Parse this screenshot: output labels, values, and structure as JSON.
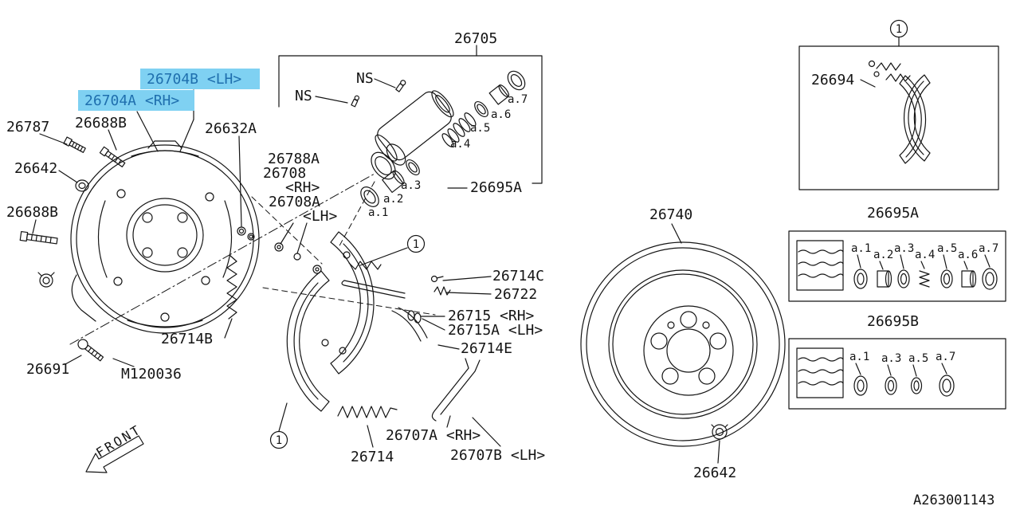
{
  "colors": {
    "background": "#ffffff",
    "line": "#141414",
    "highlight_bg": "#7fd1f2",
    "highlight_text": "#1f6fae"
  },
  "drawing": {
    "code": "A263001143",
    "front_label": "FRONT",
    "callout_number": "1"
  },
  "labels": {
    "p26705": "26705",
    "ns": "NS",
    "p26704B_lh": "26704B <LH>",
    "p26704A_rh": "26704A <RH>",
    "p26787": "26787",
    "p26688B": "26688B",
    "p26642": "26642",
    "p26632A": "26632A",
    "p26788A": "26788A",
    "p26708": "26708",
    "rh": "<RH>",
    "p26708A": "26708A",
    "lh": "<LH>",
    "p26695A": "26695A",
    "p26714C": "26714C",
    "p26722": "26722",
    "p26715_rh": "26715 <RH>",
    "p26715A_lh": "26715A <LH>",
    "p26714E": "26714E",
    "p26714B": "26714B",
    "p26691": "26691",
    "m120036": "M120036",
    "p26714": "26714",
    "p26707A_rh": "26707A <RH>",
    "p26707B_lh": "26707B <LH>",
    "p26740": "26740",
    "p26694": "26694",
    "p26695B": "26695B"
  },
  "alpha": {
    "a1": "a.1",
    "a2": "a.2",
    "a3": "a.3",
    "a4": "a.4",
    "a5": "a.5",
    "a6": "a.6",
    "a7": "a.7"
  },
  "kits": {
    "kit_a": {
      "title": "26695A",
      "items": [
        "a.1",
        "a.2",
        "a.3",
        "a.4",
        "a.5",
        "a.6",
        "a.7"
      ]
    },
    "kit_b": {
      "title": "26695B",
      "items": [
        "a.1",
        "a.3",
        "a.5",
        "a.7"
      ]
    }
  }
}
